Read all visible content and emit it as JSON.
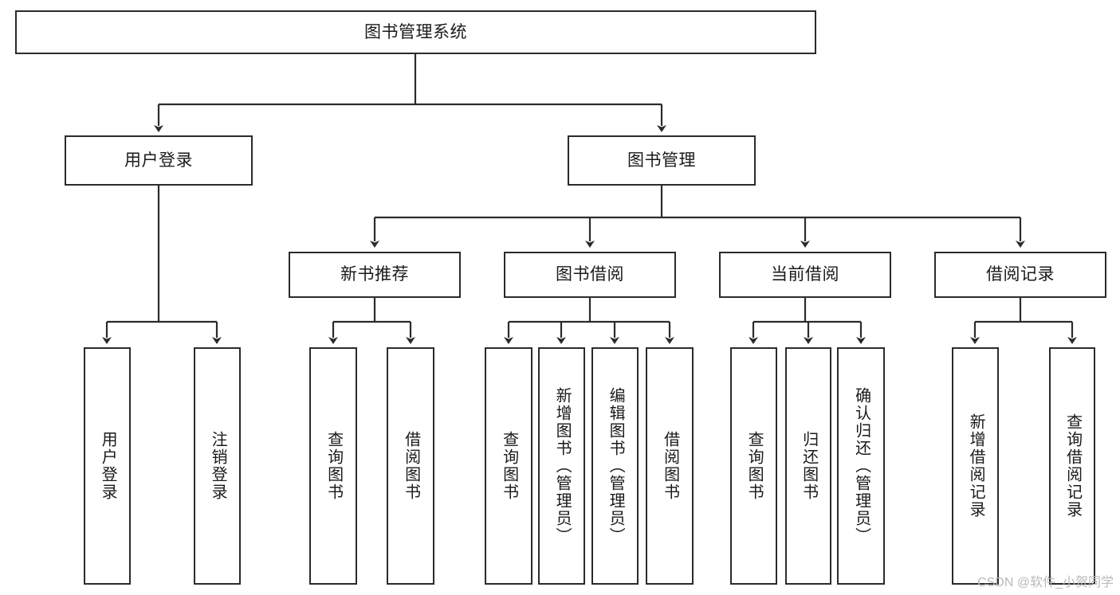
{
  "diagram": {
    "title": "图书管理系统",
    "watermark": "CSDN @软件_小贺同学",
    "colors": {
      "box_border": "#2b2b2b",
      "box_fill": "#ffffff",
      "edge": "#2b2b2b",
      "text": "#1a1a1a",
      "watermark": "#b9b9b9",
      "background": "#ffffff"
    },
    "nodes": {
      "root": "图书管理系统",
      "user_login": "用户登录",
      "book_manage": "图书管理",
      "new_book_rec": "新书推荐",
      "book_borrow": "图书借阅",
      "current_borrow": "当前借阅",
      "borrow_record": "借阅记录",
      "leaf_user_login": "用户登录",
      "leaf_logout": "注销登录",
      "leaf_query_book_1": "查询图书",
      "leaf_borrow_book_1": "借阅图书",
      "leaf_query_book_2": "查询图书",
      "leaf_add_book_admin": "新增图书（管理员）",
      "leaf_edit_book_admin": "编辑图书（管理员）",
      "leaf_borrow_book_2": "借阅图书",
      "leaf_query_book_3": "查询图书",
      "leaf_return_book": "归还图书",
      "leaf_confirm_return_admin": "确认归还（管理员）",
      "leaf_add_record": "新增借阅记录",
      "leaf_query_record": "查询借阅记录"
    }
  }
}
